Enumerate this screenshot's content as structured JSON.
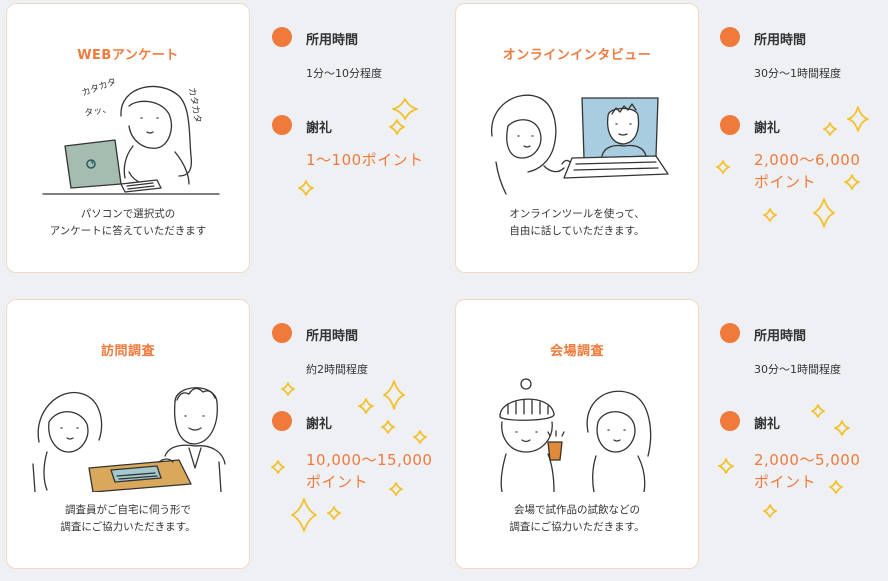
{
  "cards": [
    {
      "title": "WEBアンケート",
      "desc_line1": "パソコンで選択式の",
      "desc_line2": "アンケートに答えていただきます",
      "time_label": "所用時間",
      "time_value": "1分〜10分程度",
      "reward_label": "謝礼",
      "reward_line1": "1〜100ポイント",
      "reward_line2": "",
      "doodle_text": "カタカタ"
    },
    {
      "title": "オンラインインタビュー",
      "desc_line1": "オンラインツールを使って、",
      "desc_line2": "自由に話していただきます。",
      "time_label": "所用時間",
      "time_value": "30分〜1時間程度",
      "reward_label": "謝礼",
      "reward_line1": "2,000〜6,000",
      "reward_line2": "ポイント"
    },
    {
      "title": "訪問調査",
      "desc_line1": "調査員がご自宅に伺う形で",
      "desc_line2": "調査にご協力いただきます。",
      "time_label": "所用時間",
      "time_value": "約2時間程度",
      "reward_label": "謝礼",
      "reward_line1": "10,000〜15,000",
      "reward_line2": "ポイント"
    },
    {
      "title": "会場調査",
      "desc_line1": "会場で試作品の試飲などの",
      "desc_line2": "調査にご協力いただきます。",
      "time_label": "所用時間",
      "time_value": "30分〜1時間程度",
      "reward_label": "謝礼",
      "reward_line1": "2,000〜5,000",
      "reward_line2": "ポイント"
    }
  ],
  "colors": {
    "accent": "#f07a3c",
    "sparkle": "#f2c230",
    "card_border": "#f3d8bf",
    "background": "#eef0f4"
  }
}
